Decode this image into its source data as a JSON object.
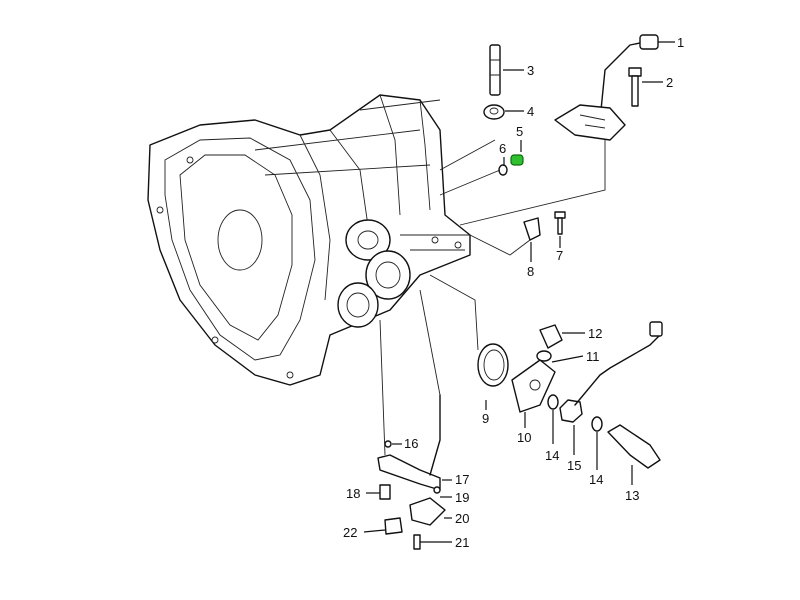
{
  "diagram": {
    "highlight_color": "#2fbf2f",
    "callouts": {
      "c1": "1",
      "c2": "2",
      "c3": "3",
      "c4": "4",
      "c5": "5",
      "c6": "6",
      "c7": "7",
      "c8": "8",
      "c9": "9",
      "c10": "10",
      "c11": "11",
      "c12": "12",
      "c13": "13",
      "c14a": "14",
      "c14b": "14",
      "c15": "15",
      "c16": "16",
      "c17": "17",
      "c18": "18",
      "c19": "19",
      "c20": "20",
      "c21": "21",
      "c22": "22"
    }
  }
}
